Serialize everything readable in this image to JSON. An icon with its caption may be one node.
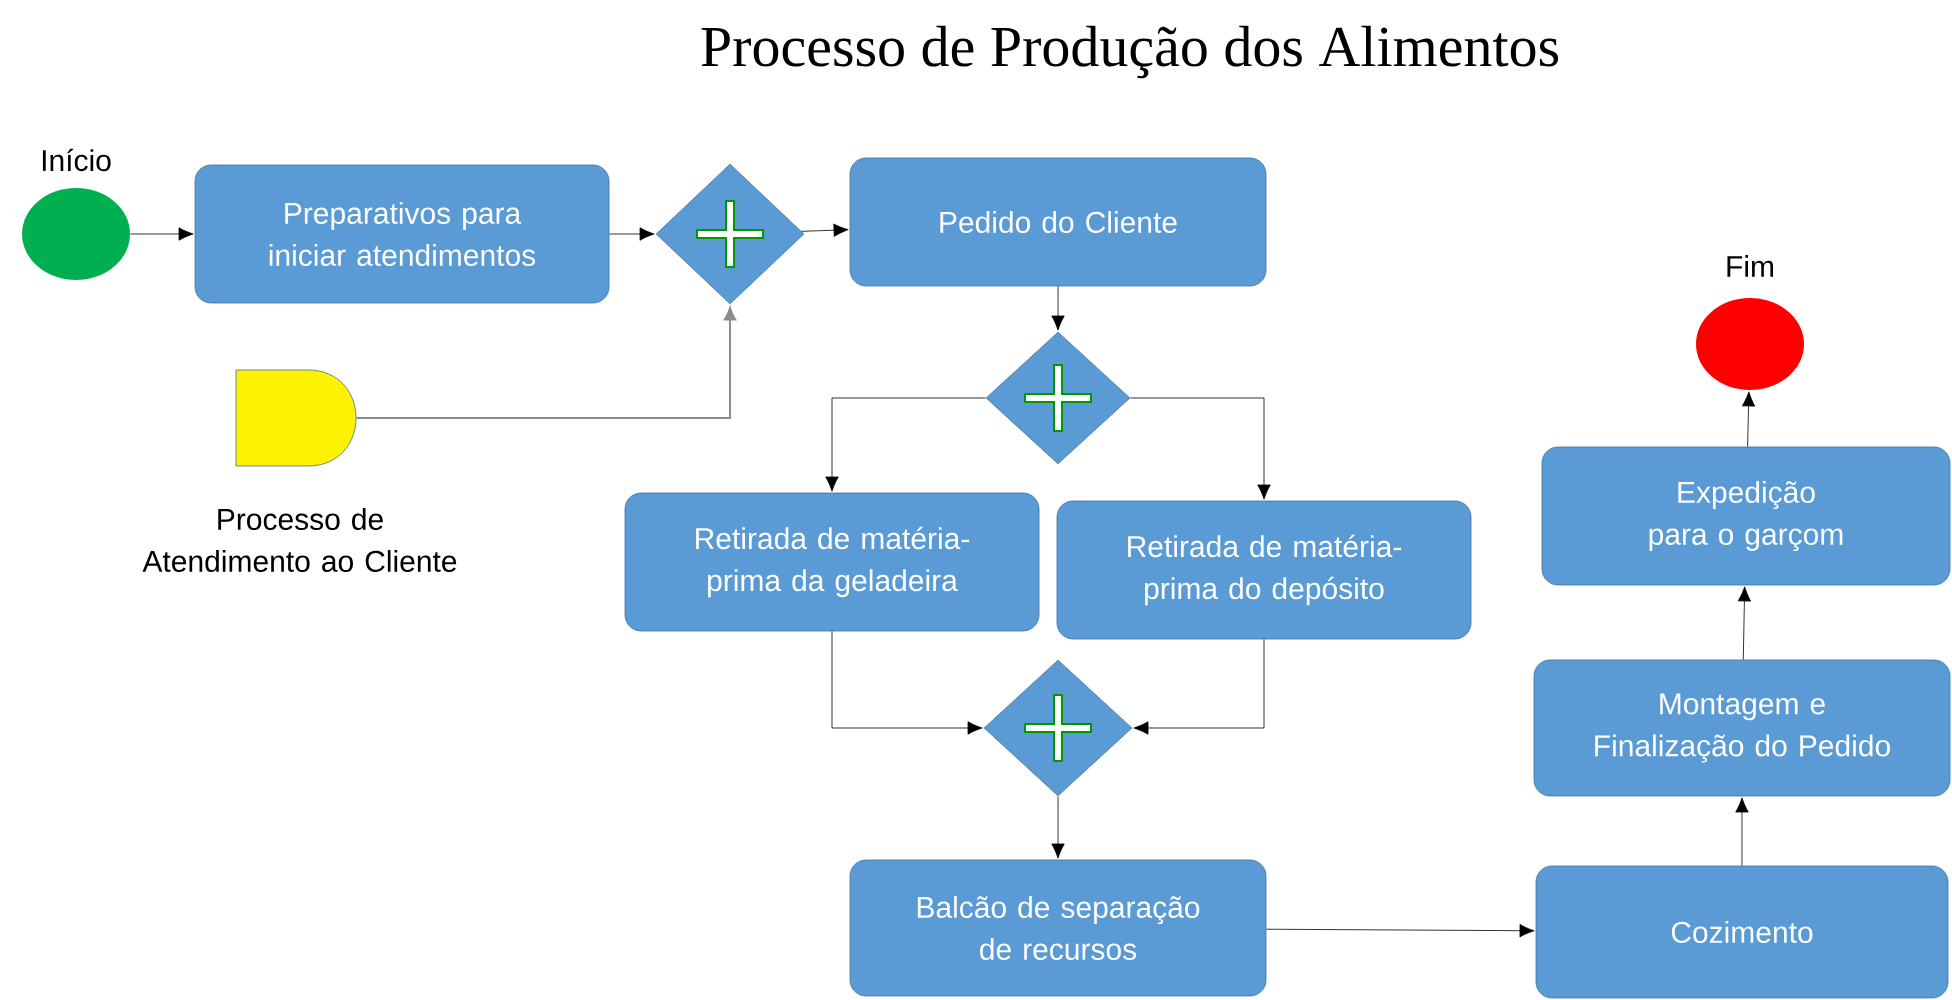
{
  "diagram": {
    "title": "Processo de Produção dos Alimentos",
    "nodes": [
      {
        "text": [
          "Início"
        ]
      },
      {
        "text": [
          "Preparativos para iniciar atendimentos"
        ]
      },
      {
        "text": [],
        "shape": "diamond"
      },
      {
        "text": [
          "Processo de Atendimento ao Cliente"
        ]
      },
      {
        "text": [
          "Pedido do Cliente"
        ]
      },
      {
        "text": [],
        "shape": "diamond"
      },
      {
        "text": [
          "Retirada de matéria-prima da geladeira"
        ]
      },
      {
        "text": [
          "Retirada de matéria-prima do depósito"
        ]
      },
      {
        "text": [],
        "shape": "diamond"
      },
      {
        "text": [
          "Balcão de separação de recursos"
        ]
      },
      {
        "text": [
          "Cozimento"
        ]
      },
      {
        "text": [
          "Montagem e Finalização do Pedido"
        ]
      },
      {
        "text": [
          "Expedição para o garçom"
        ]
      },
      {
        "text": [
          "Fim"
        ]
      }
    ],
    "edges": [
      {
        "from": 0,
        "to": 1,
        "arrow": "to"
      },
      {
        "from": 1,
        "to": 2,
        "arrow": "to"
      },
      {
        "from": 3,
        "to": 2,
        "arrow": "to",
        "color": "#8c8c8c"
      },
      {
        "from": 2,
        "to": 4,
        "arrow": "to"
      },
      {
        "from": 4,
        "to": 5,
        "arrow": "to"
      },
      {
        "from": 5,
        "to": 6,
        "arrow": "to"
      },
      {
        "from": 5,
        "to": 7,
        "arrow": "to"
      },
      {
        "from": 6,
        "to": 8,
        "arrow": "to"
      },
      {
        "from": 7,
        "to": 8,
        "arrow": "to"
      },
      {
        "from": 8,
        "to": 9,
        "arrow": "to"
      },
      {
        "from": 9,
        "to": 10,
        "arrow": "to"
      },
      {
        "from": 10,
        "to": 11,
        "arrow": "to"
      },
      {
        "from": 11,
        "to": 12,
        "arrow": "to"
      },
      {
        "from": 12,
        "to": 13,
        "arrow": "to"
      }
    ]
  }
}
